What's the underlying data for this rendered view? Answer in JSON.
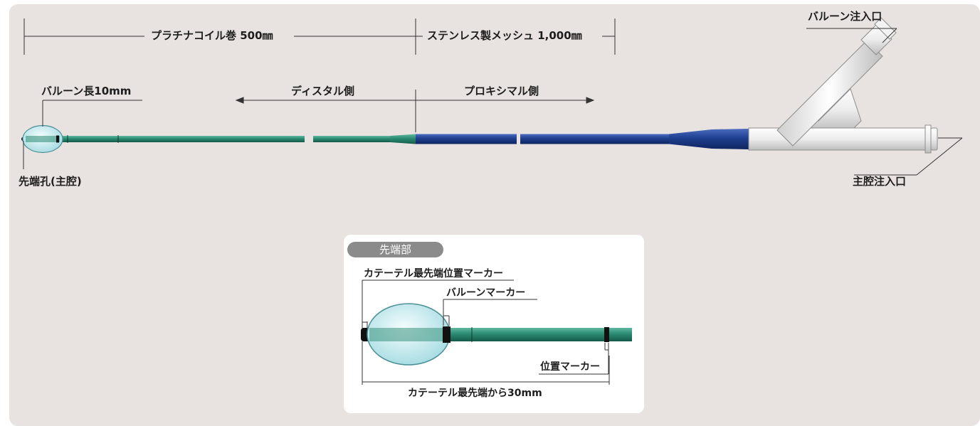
{
  "labels": {
    "platinum_coil": "プラチナコイル巻 500㎜",
    "stainless_mesh": "ステンレス製メッシュ 1,000㎜",
    "balloon_port": "バルーン注入口",
    "balloon_length": "バルーン長10mm",
    "distal_side": "ディスタル側",
    "proximal_side": "プロキシマル側",
    "tip_hole": "先端孔(主腔)",
    "main_lumen_port": "主腔注入口"
  },
  "inset": {
    "title": "先端部",
    "tip_marker": "カテーテル最先端位置マーカー",
    "balloon_marker": "バルーンマーカー",
    "position_marker": "位置マーカー",
    "distance_note": "カテーテル最先端から30mm"
  },
  "colors": {
    "panel_bg": "#e8e3e0",
    "shaft_green": "#2a8a72",
    "shaft_blue": "#1f3f8f",
    "balloon": "#cfeef0",
    "hub": "#f2f2f2",
    "marker": "#111111"
  }
}
